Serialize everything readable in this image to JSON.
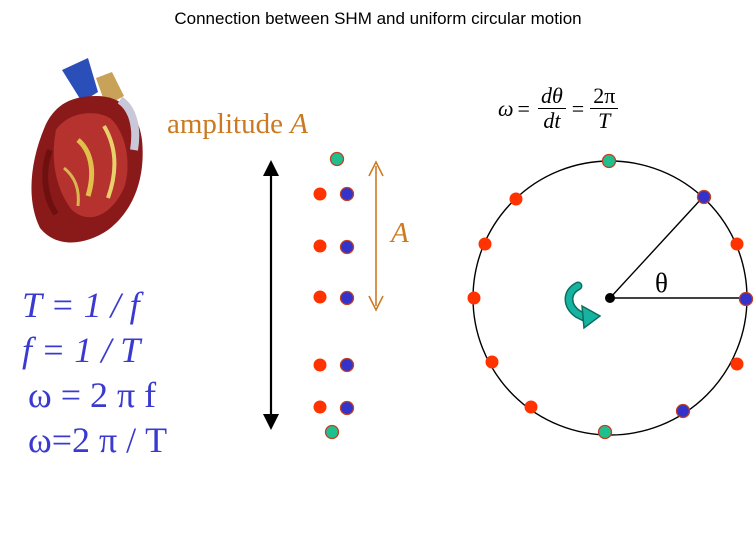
{
  "title": "Connection between SHM and uniform circular motion",
  "amplitude_label": {
    "text": "amplitude ",
    "symbol": "A"
  },
  "short_amplitude_label": "A",
  "formulas": {
    "period": "T = 1 / f",
    "frequency": "f = 1 / T",
    "angular_freq_f": "ω = 2 π f",
    "angular_freq_T": "ω=2 π / T"
  },
  "omega_equation": {
    "lhs": "ω",
    "eq1": "=",
    "frac1_num": "dθ",
    "frac1_den": "dt",
    "eq2": "=",
    "frac2_num": "2π",
    "frac2_den": "T"
  },
  "theta_label": "θ",
  "colors": {
    "red_dot": "#ff3300",
    "blue_dot": "#3333cc",
    "green_dot": "#1fbf8f",
    "orange": "#cc7a22",
    "formula_blue": "#3a3ad0",
    "rotation_arrow": "#15b3a0"
  },
  "icons": {
    "heart_image": "heart-illustration",
    "rotation": "counterclockwise-rotation-arrow-icon"
  }
}
